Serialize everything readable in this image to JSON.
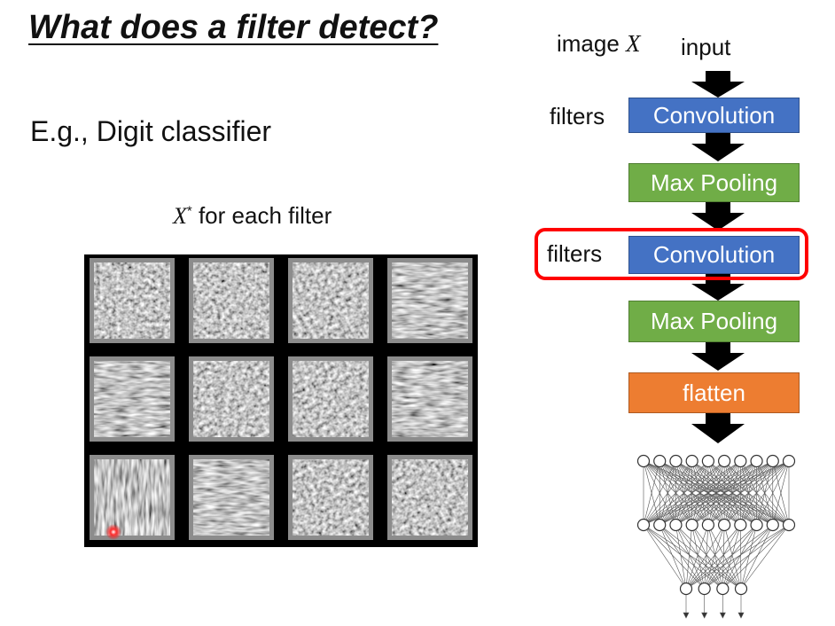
{
  "slide": {
    "title": "What does a filter detect?",
    "example_text": "E.g., Digit classifier",
    "caption_symbol": "X",
    "caption_superscript": "*",
    "caption_text": " for each filter"
  },
  "flow": {
    "image_label": "image ",
    "image_symbol": "X",
    "input_label": "input",
    "filters_label_1": "filters",
    "filters_label_2": "filters",
    "blocks": [
      {
        "label": "Convolution",
        "color": "#4472c4"
      },
      {
        "label": "Max Pooling",
        "color": "#70ad47"
      },
      {
        "label": "Convolution",
        "color": "#4472c4",
        "highlighted": true
      },
      {
        "label": "Max Pooling",
        "color": "#70ad47"
      },
      {
        "label": "flatten",
        "color": "#ed7d31"
      }
    ],
    "highlight_color": "#ff0000"
  },
  "filter_grid": {
    "rows": 3,
    "cols": 4,
    "patterns": [
      "dots",
      "dots",
      "diag",
      "horiz",
      "horiz",
      "diag",
      "diag",
      "horiz",
      "vert",
      "horiz",
      "diag",
      "diag"
    ]
  },
  "network": {
    "layers": [
      10,
      10,
      4
    ]
  }
}
